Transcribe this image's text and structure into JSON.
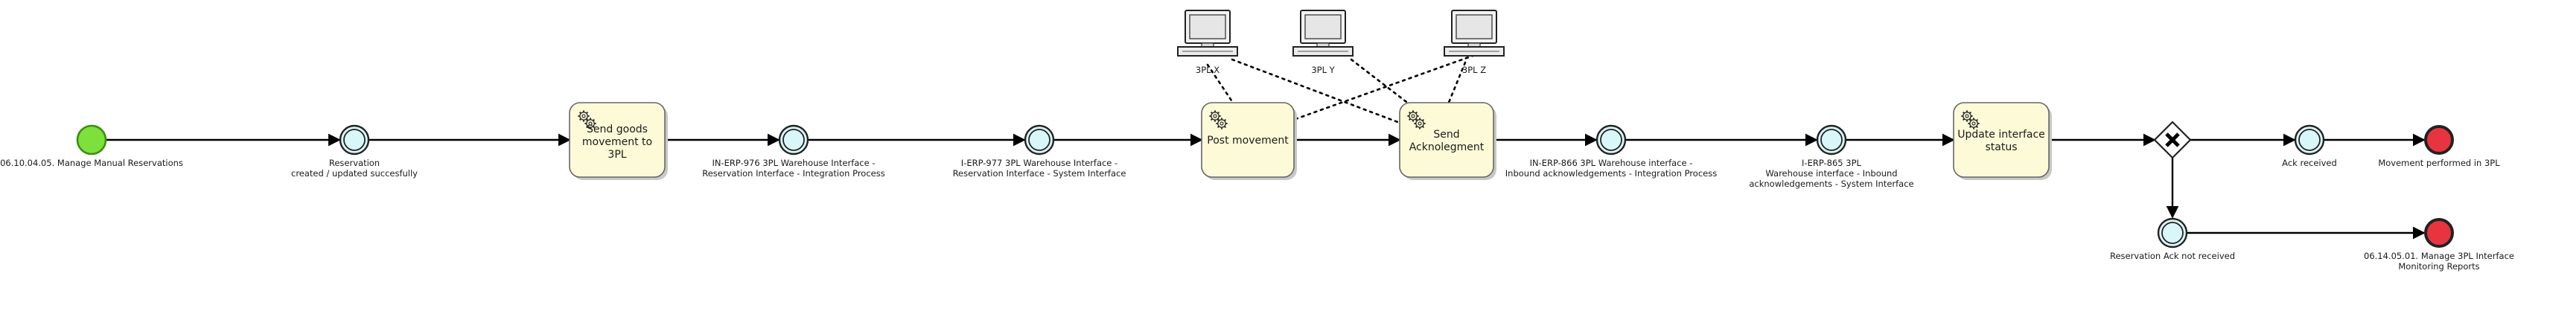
{
  "diagram": {
    "type": "bpmn-process",
    "start_event": {
      "label": "06.10.04.05. Manage Manual Reservations"
    },
    "tasks": [
      {
        "id": "send-goods",
        "label_lines": [
          "Send goods",
          "movement to",
          "3PL"
        ]
      },
      {
        "id": "post-movement",
        "label_lines": [
          "Post movement"
        ]
      },
      {
        "id": "send-ack",
        "label_lines": [
          "Send",
          "Acknolegment"
        ]
      },
      {
        "id": "update-status",
        "label_lines": [
          "Update interface",
          "status"
        ]
      }
    ],
    "intermediate_events": [
      {
        "id": "reservation",
        "label_lines": [
          "Reservation",
          "created / updated succesfully"
        ]
      },
      {
        "id": "in-erp-976",
        "label_lines": [
          "IN-ERP-976 3PL Warehouse Interface -",
          "Reservation Interface - Integration Process"
        ]
      },
      {
        "id": "i-erp-977",
        "label_lines": [
          "I-ERP-977 3PL Warehouse Interface -",
          "Reservation Interface - System Interface"
        ]
      },
      {
        "id": "in-erp-866",
        "label_lines": [
          "IN-ERP-866 3PL Warehouse interface -",
          "Inbound acknowledgements - Integration Process"
        ]
      },
      {
        "id": "i-erp-865",
        "label_lines": [
          "I-ERP-865 3PL",
          "Warehouse interface - Inbound",
          "acknowledgements - System Interface"
        ]
      },
      {
        "id": "ack-received",
        "label_lines": [
          "Ack received"
        ]
      },
      {
        "id": "reservation-ack-not-received",
        "label_lines": [
          "Reservation Ack not received"
        ]
      }
    ],
    "gateway": {
      "type": "exclusive",
      "symbol": "X"
    },
    "end_events": [
      {
        "id": "movement-performed",
        "label_lines": [
          "Movement performed in 3PL"
        ]
      },
      {
        "id": "manage-3pl-interface",
        "label_lines": [
          "06.14.05.01. Manage 3PL Interface",
          "Monitoring Reports"
        ]
      }
    ],
    "systems": [
      {
        "id": "3pl-x",
        "label": "3PL X"
      },
      {
        "id": "3pl-y",
        "label": "3PL Y"
      },
      {
        "id": "3pl-z",
        "label": "3PL Z"
      }
    ]
  },
  "colors": {
    "start_event": "#7ee03c",
    "end_event": "#e8343f",
    "intermediate_event": "#d9f6f8",
    "task_fill": "#fdfbd7",
    "line": "#000000"
  },
  "icons": {
    "task": "gears-icon",
    "system": "computer-terminal-icon",
    "gateway": "exclusive-gateway-x-icon"
  }
}
